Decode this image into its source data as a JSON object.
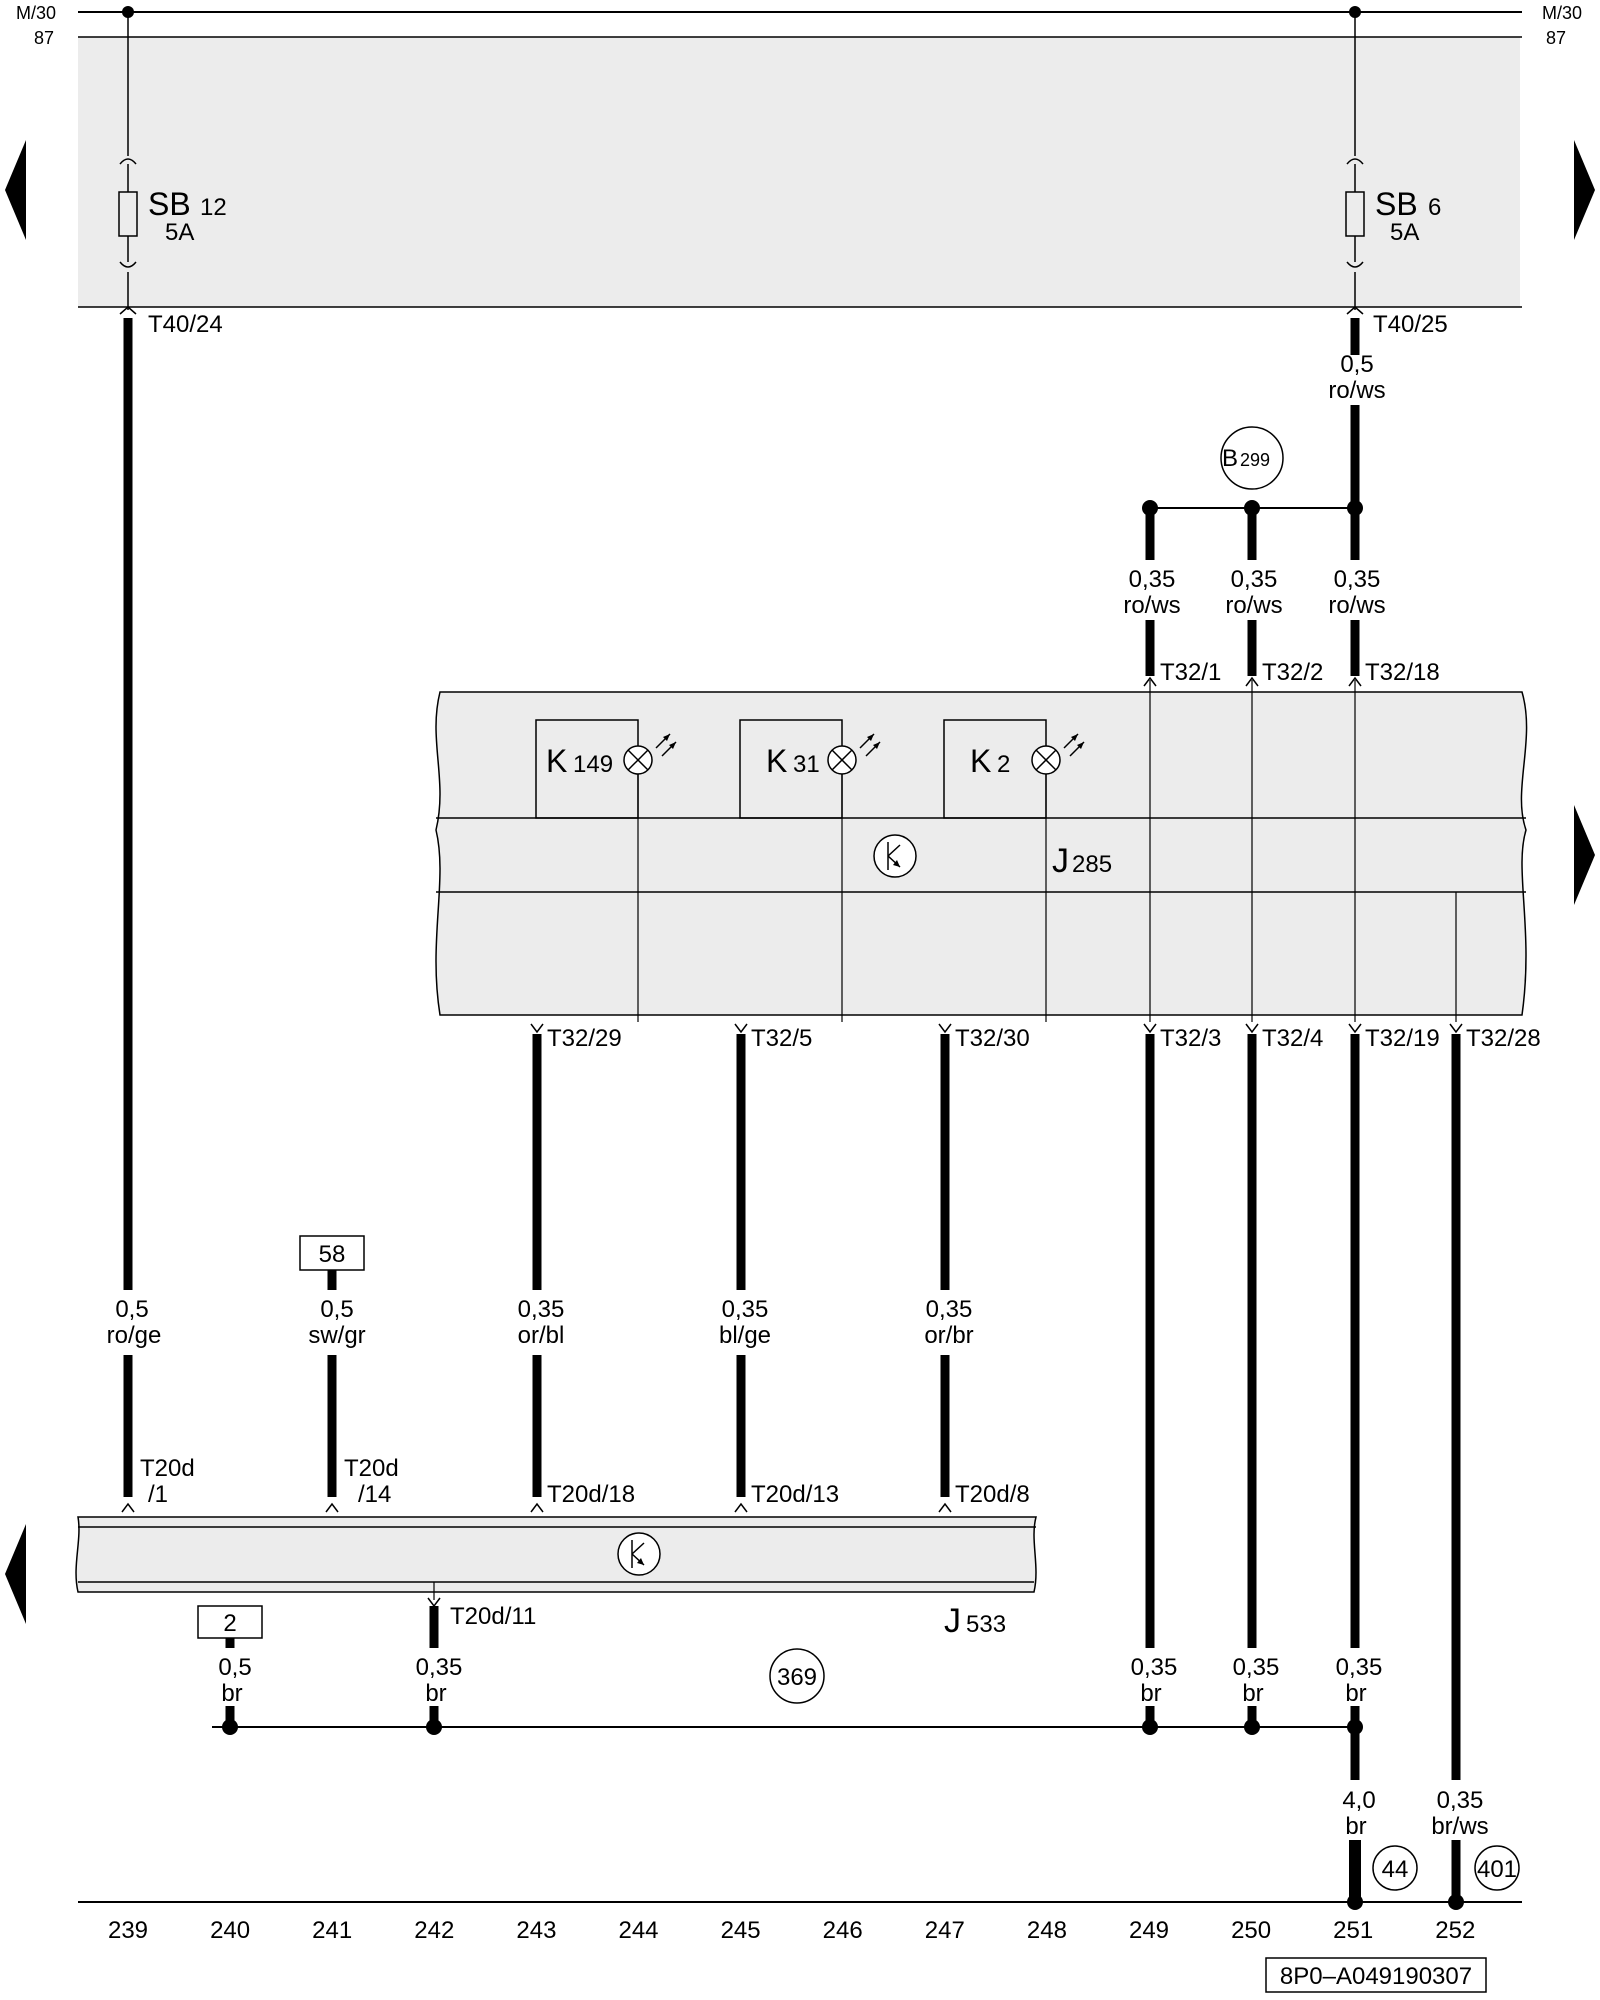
{
  "colors": {
    "panel": "#ececec",
    "line": "#000000",
    "background": "#ffffff"
  },
  "top_rail": {
    "left_top": "M/30",
    "left_bottom": "87",
    "right_top": "M/30",
    "right_bottom": "87"
  },
  "fuses": [
    {
      "name": "SB",
      "num": "12",
      "amp": "5A",
      "terminal": "T40/24"
    },
    {
      "name": "SB",
      "num": "6",
      "amp": "5A",
      "terminal": "T40/25"
    }
  ],
  "wire_t40_25": {
    "size": "0,5",
    "color": "ro/ws"
  },
  "b299": {
    "letter": "B",
    "num": "299"
  },
  "branch_wires": [
    {
      "size": "0,35",
      "color": "ro/ws",
      "terminal": "T32/1"
    },
    {
      "size": "0,35",
      "color": "ro/ws",
      "terminal": "T32/2"
    },
    {
      "size": "0,35",
      "color": "ro/ws",
      "terminal": "T32/18"
    }
  ],
  "lamps": [
    {
      "letter": "K",
      "num": "149"
    },
    {
      "letter": "K",
      "num": "31"
    },
    {
      "letter": "K",
      "num": "2"
    }
  ],
  "icon": "transistor-symbol-icon",
  "j285": {
    "letter": "J",
    "num": "285"
  },
  "j533": {
    "letter": "J",
    "num": "533"
  },
  "j285_bottom_terminals": [
    "T32/29",
    "T32/5",
    "T32/30",
    "T32/3",
    "T32/4",
    "T32/19",
    "T32/28"
  ],
  "box58": "58",
  "box2": "2",
  "mid_wires": [
    {
      "size": "0,5",
      "color": "ro/ge"
    },
    {
      "size": "0,5",
      "color": "sw/gr"
    },
    {
      "size": "0,35",
      "color": "or/bl"
    },
    {
      "size": "0,35",
      "color": "bl/ge"
    },
    {
      "size": "0,35",
      "color": "or/br"
    }
  ],
  "j533_terminals": [
    {
      "line1": "T20d",
      "line2": "/1"
    },
    {
      "line1": "T20d",
      "line2": "/14"
    },
    {
      "line1": "T20d/18",
      "line2": ""
    },
    {
      "line1": "T20d/13",
      "line2": ""
    },
    {
      "line1": "T20d/8",
      "line2": ""
    }
  ],
  "j533_ground_terminal": "T20d/11",
  "ground_wires": [
    {
      "size": "0,5",
      "color": "br"
    },
    {
      "size": "0,35",
      "color": "br"
    },
    {
      "size": "0,35",
      "color": "br"
    },
    {
      "size": "0,35",
      "color": "br"
    },
    {
      "size": "0,35",
      "color": "br"
    }
  ],
  "circle369": "369",
  "wire_4_0": {
    "size": "4,0",
    "color": "br"
  },
  "wire_252": {
    "size": "0,35",
    "color": "br/ws"
  },
  "circle44": "44",
  "circle401": "401",
  "track_numbers": [
    "239",
    "240",
    "241",
    "242",
    "243",
    "244",
    "245",
    "246",
    "247",
    "248",
    "249",
    "250",
    "251",
    "252"
  ],
  "diagram_code": "8P0–A049190307"
}
